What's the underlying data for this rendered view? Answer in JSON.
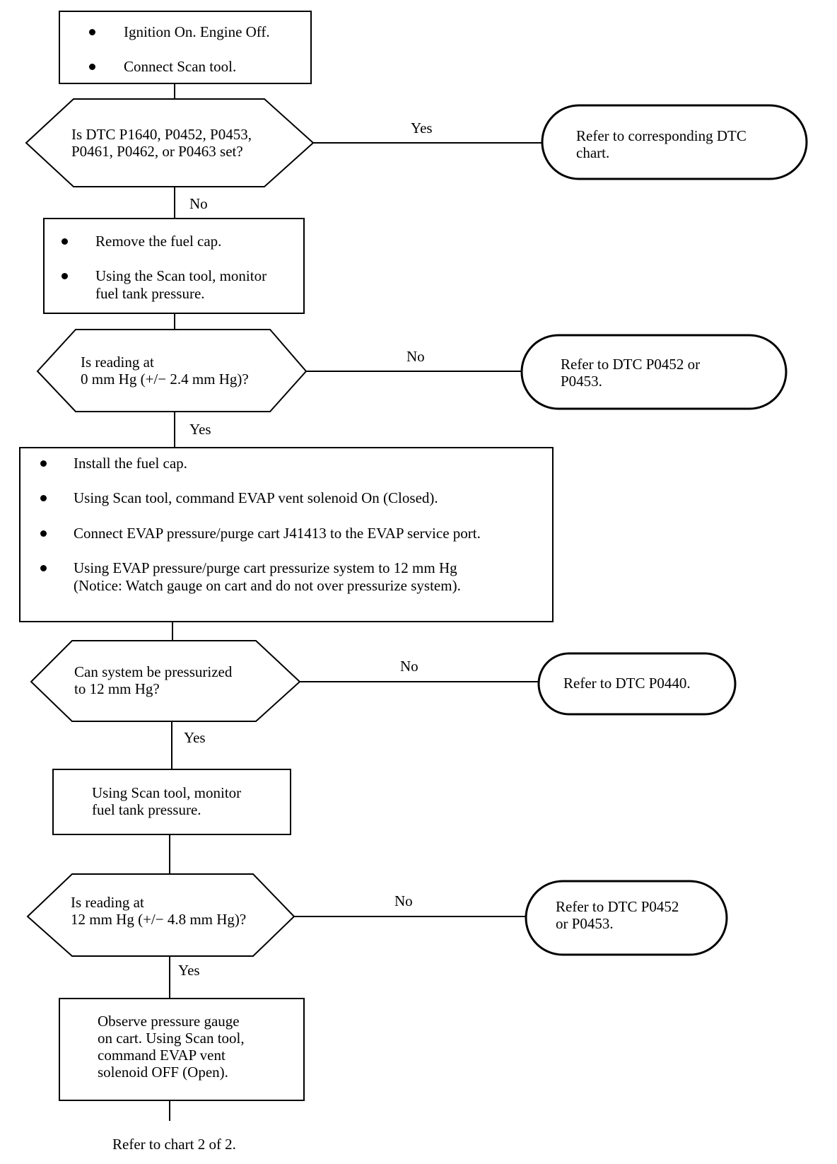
{
  "step1": {
    "items": [
      "Ignition On. Engine Off.",
      "Connect Scan tool."
    ]
  },
  "decision1": {
    "lines": [
      "Is DTC P1640, P0452, P0453,",
      "P0461, P0462, or P0463 set?"
    ],
    "yes": "Yes",
    "no": "No"
  },
  "term1": {
    "lines": [
      "Refer to corresponding DTC",
      "chart."
    ]
  },
  "step2": {
    "items": [
      [
        "Remove the fuel cap."
      ],
      [
        "Using the Scan tool, monitor",
        "fuel tank pressure."
      ]
    ]
  },
  "decision2": {
    "lines": [
      "Is reading at",
      "0 mm Hg (+/− 2.4 mm Hg)?"
    ],
    "no": "No",
    "yes": "Yes"
  },
  "term2": {
    "lines": [
      "Refer to DTC P0452 or",
      "P0453."
    ]
  },
  "step3": {
    "items": [
      [
        "Install the fuel cap."
      ],
      [
        "Using Scan tool, command EVAP vent solenoid On (Closed)."
      ],
      [
        "Connect EVAP pressure/purge cart J41413 to the EVAP service port."
      ],
      [
        "Using  EVAP pressure/purge cart pressurize system to 12 mm Hg",
        "(Notice: Watch gauge on cart and do not over pressurize system)."
      ]
    ]
  },
  "decision3": {
    "lines": [
      "Can system be pressurized",
      "to 12 mm Hg?"
    ],
    "no": "No",
    "yes": "Yes"
  },
  "term3": {
    "lines": [
      "Refer to DTC P0440."
    ]
  },
  "step4": {
    "lines": [
      "Using Scan tool, monitor",
      "fuel tank pressure."
    ]
  },
  "decision4": {
    "lines": [
      "Is reading at",
      "12 mm Hg (+/− 4.8 mm Hg)?"
    ],
    "no": "No",
    "yes": "Yes"
  },
  "term4": {
    "lines": [
      "Refer to DTC P0452",
      "or P0453."
    ]
  },
  "step5": {
    "lines": [
      "Observe pressure gauge",
      "on cart. Using Scan tool,",
      "command EVAP vent",
      "solenoid OFF (Open)."
    ]
  },
  "footer": {
    "text": "Refer to chart 2 of 2."
  }
}
